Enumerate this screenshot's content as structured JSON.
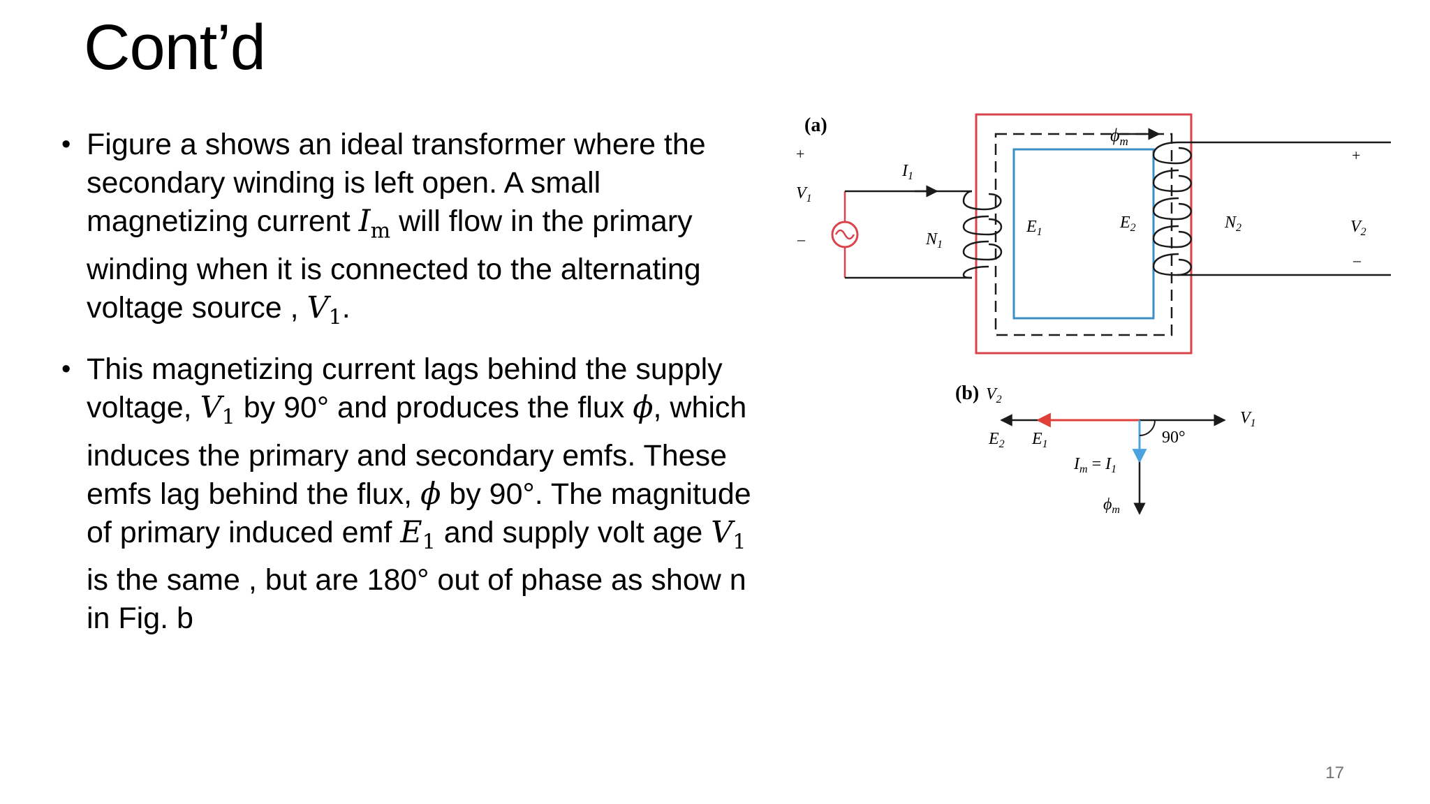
{
  "slide": {
    "title": "Cont’d",
    "page_number": "17"
  },
  "bullets": [
    {
      "p1": "Figure a shows an ideal transformer where the secondary winding is left open. A small magnetizing current ",
      "v1_main": "I",
      "v1_sub": "m",
      "p2": " will flow in the primary winding when it is connected to the alternating voltage source , ",
      "v2_main": "V",
      "v2_sub": "1",
      "p3": "."
    },
    {
      "p1": "This magnetizing current lags behind the supply voltage, ",
      "v1_main": "V",
      "v1_sub": "1",
      "p2": " by 90° and produces the flux ",
      "v2": "ϕ",
      "p3": ", which induces the primary and secondary emfs. These emfs lag behind the flux, ",
      "v3": "ϕ",
      "p4": " by 90°. The magnitude of primary induced emf ",
      "v4_main": "E",
      "v4_sub": "1",
      "p5": " and supply volt age ",
      "v5_main": "V",
      "v5_sub": "1",
      "p6": " is the same , but are 180° out of phase as show n in Fig. b"
    }
  ],
  "figure_a": {
    "label": "(a)",
    "plus_left": "+",
    "minus_left": "–",
    "plus_right": "+",
    "minus_right": "–",
    "flux": {
      "main": "ϕ",
      "sub": "m"
    },
    "i1": {
      "main": "I",
      "sub": "1"
    },
    "v1": {
      "main": "V",
      "sub": "1"
    },
    "n1": {
      "main": "N",
      "sub": "1"
    },
    "e1": {
      "main": "E",
      "sub": "1"
    },
    "e2": {
      "main": "E",
      "sub": "2"
    },
    "n2": {
      "main": "N",
      "sub": "2"
    },
    "v2": {
      "main": "V",
      "sub": "2"
    },
    "colors": {
      "core_outer": "#d9434b",
      "core_inner": "#3b8fc4",
      "flux_path": "#1a1a1a"
    }
  },
  "figure_b": {
    "label": "(b)",
    "v2": {
      "main": "V",
      "sub": "2"
    },
    "v1": {
      "main": "V",
      "sub": "1"
    },
    "e2": {
      "main": "E",
      "sub": "2"
    },
    "e1": {
      "main": "E",
      "sub": "1"
    },
    "im": {
      "main": "I",
      "sub": "m",
      "eq": " = "
    },
    "i1": {
      "main": "I",
      "sub": "1"
    },
    "angle": "90°",
    "phi": {
      "main": "ϕ",
      "sub": "m"
    },
    "colors": {
      "e1_arrow": "#e0403a",
      "im_arrow": "#4aa3df"
    }
  }
}
